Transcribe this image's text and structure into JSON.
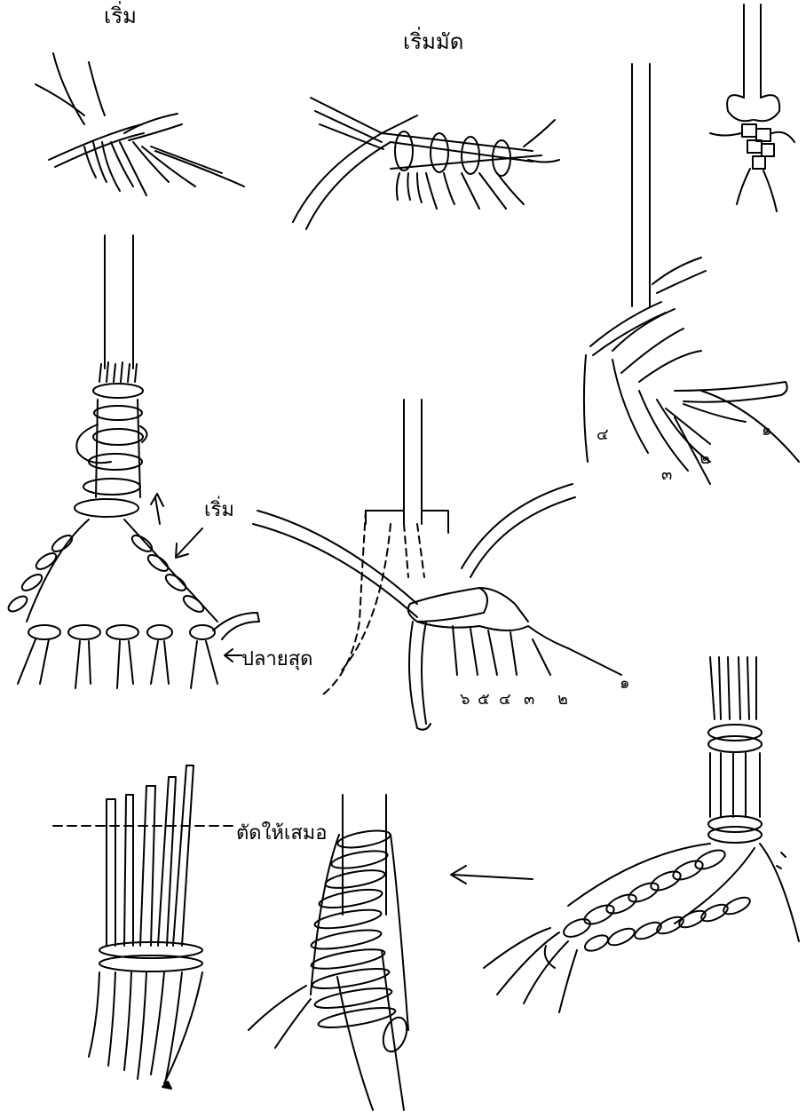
{
  "labels": {
    "start_top": "เริ่ม",
    "start_tie": "เริ่มมัด",
    "start_mid": "เริ่ม",
    "end_tip": "ปลายสุด",
    "cut_even": "ตัดให้เสมอ"
  },
  "numbers": {
    "right_panel": [
      "๔",
      "๓",
      "๒",
      "๑"
    ],
    "center_panel": [
      "๖",
      "๕",
      "๔",
      "๓",
      "๒",
      "๑"
    ]
  }
}
